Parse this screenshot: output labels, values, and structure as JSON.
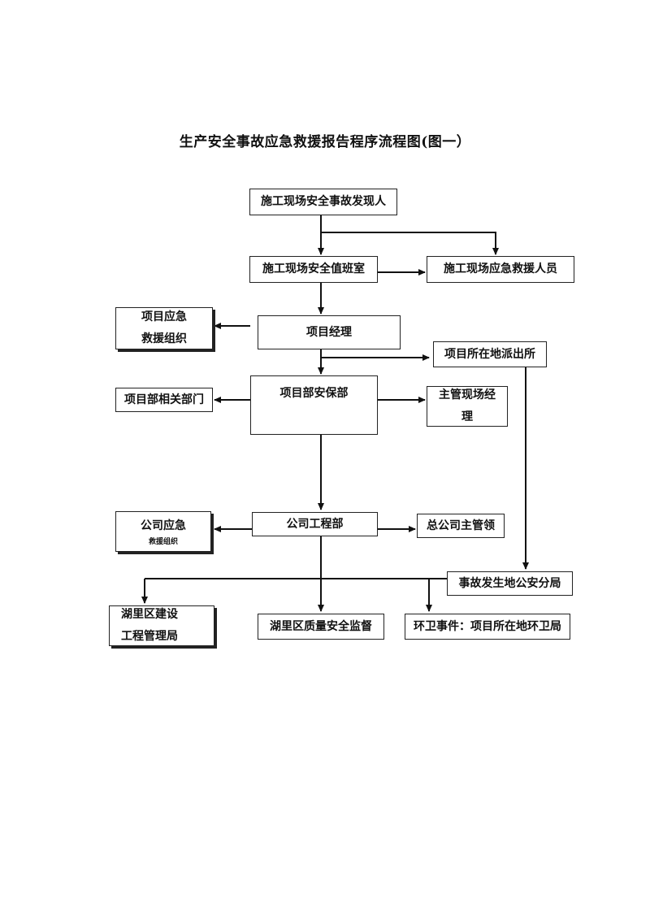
{
  "title": "生产安全事故应急救援报告程序流程图(图一）",
  "nodes": {
    "discoverer": "施工现场安全事故发现人",
    "duty_room": "施工现场安全值班室",
    "site_rescue": "施工现场应急救援人员",
    "project_rescue_l1": "项目应急",
    "project_rescue_l2": "救援组织",
    "project_manager": "项目经理",
    "police_station": "项目所在地派出所",
    "security_dept": "项目部安保部",
    "related_depts": "项目部相关部门",
    "site_manager_l1": "主管现场经",
    "site_manager_l2": "理",
    "company_rescue_l1": "公司应急",
    "company_rescue_l2": "救援组织",
    "engineering_dept": "公司工程部",
    "company_leader": "总公司主管领",
    "public_security": "事故发生地公安分局",
    "construction_bureau_l1": "湖里区建设",
    "construction_bureau_l2": "工程管理局",
    "quality_supervision": "湖里区质量安全监督",
    "sanitation_bureau": "环卫事件：项目所在地环卫局"
  }
}
